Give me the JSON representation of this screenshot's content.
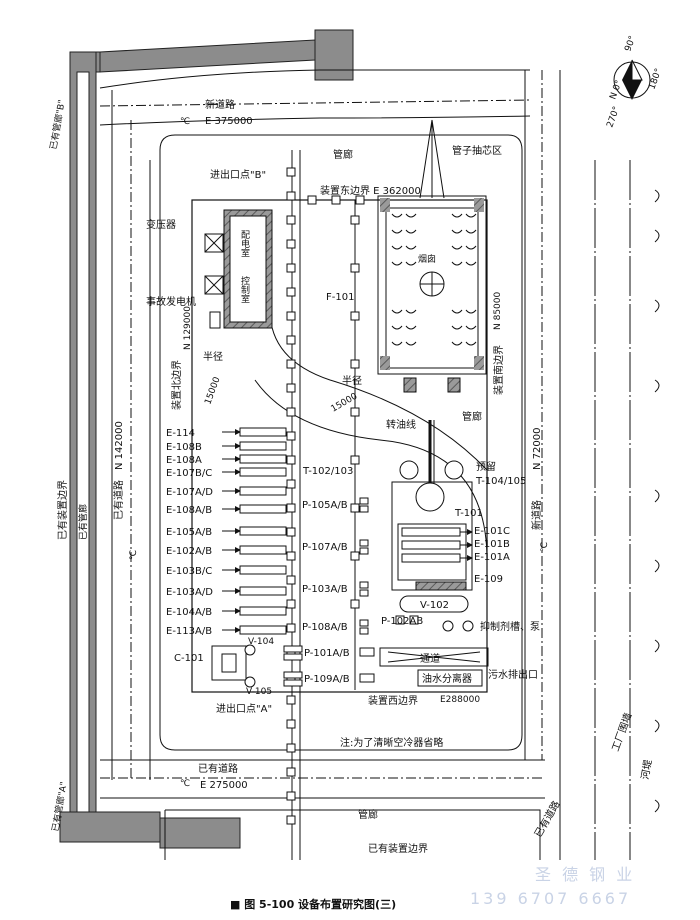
{
  "roads": {
    "new_road_top": "新道路",
    "new_road_top_coord": "E 375000",
    "existing_road_bottom": "已有道路",
    "existing_road_bottom_coord": "E 275000",
    "existing_road_left": "已有道路",
    "existing_road_left_coord": "N 142000",
    "new_road_right": "新道路",
    "new_road_right_coord": "N 72000",
    "existing_road_br": "已有道路",
    "centerline_symbol": "℃"
  },
  "pipes": {
    "existing_pipe_b": "已有管廊\"B\"",
    "existing_pipe_a": "已有管廊\"A\"",
    "existing_pipe_left": "已有管廊",
    "existing_unit_boundary_left": "已有装置边界",
    "existing_unit_boundary_bottom": "已有装置边界",
    "pipe_rack_top": "管廊",
    "pipe_rack_mid": "管廊",
    "pipe_rack_bottom": "管廊"
  },
  "boundaries": {
    "east": "装置东边界 E 362000",
    "west": "装置西边界",
    "west_coord": "E288000",
    "north_label": "装置北边界",
    "north_coord": "N 129000",
    "south_label": "装置南边界",
    "south_coord": "N 85000",
    "radius": "半径",
    "radius_value": "15000"
  },
  "entries": {
    "point_b": "进出口点\"B\"",
    "point_a": "进出口点\"A\""
  },
  "equipment": {
    "transformer": "变压器",
    "power_room": "配电室",
    "control_room": "控制室",
    "emergency_gen": "事故发电机",
    "tube_pull": "管子抽芯区",
    "chimney": "烟囱",
    "f101": "F-101",
    "transfer_line": "转油线",
    "reserved": "预留",
    "t102": "T-102/103",
    "t104": "T-104/105",
    "t101": "T-101",
    "e101c": "E-101C",
    "e101b": "E-101B",
    "e101a": "E-101A",
    "e109": "E-109",
    "v102": "V-102",
    "p102ab": "P-102AB",
    "inhibitor": "抑制剂槽、泵",
    "channel": "通道",
    "separator": "油水分离器",
    "sewage": "污水排出口",
    "c101": "C-101",
    "v104": "V-104",
    "v105": "V-105",
    "factory_wall": "工厂围墙",
    "river": "河堤"
  },
  "left_exchangers": [
    "E-114",
    "E-108B",
    "E-108A",
    "E-107B/C",
    "E-107A/D",
    "E-108A/B",
    "E-105A/B",
    "E-102A/B",
    "E-103B/C",
    "E-103A/D",
    "E-104A/B",
    "E-113A/B"
  ],
  "pumps": [
    "P-105A/B",
    "P-107A/B",
    "P-103A/B",
    "P-108A/B",
    "P-101A/B",
    "P-109A/B"
  ],
  "note": "注:为了清晰空冷器省略",
  "compass": {
    "n": "N 0°",
    "e": "90°",
    "s": "180°",
    "w": "270°"
  },
  "caption": "■ 图 5-100 设备布置研究图(三)",
  "watermark": {
    "line1": "圣 德 钢 业",
    "line2": "139 6707 6667"
  },
  "colors": {
    "hatch": "#8a8a8a",
    "line": "#111111",
    "watermark": "#c9d3e6"
  }
}
